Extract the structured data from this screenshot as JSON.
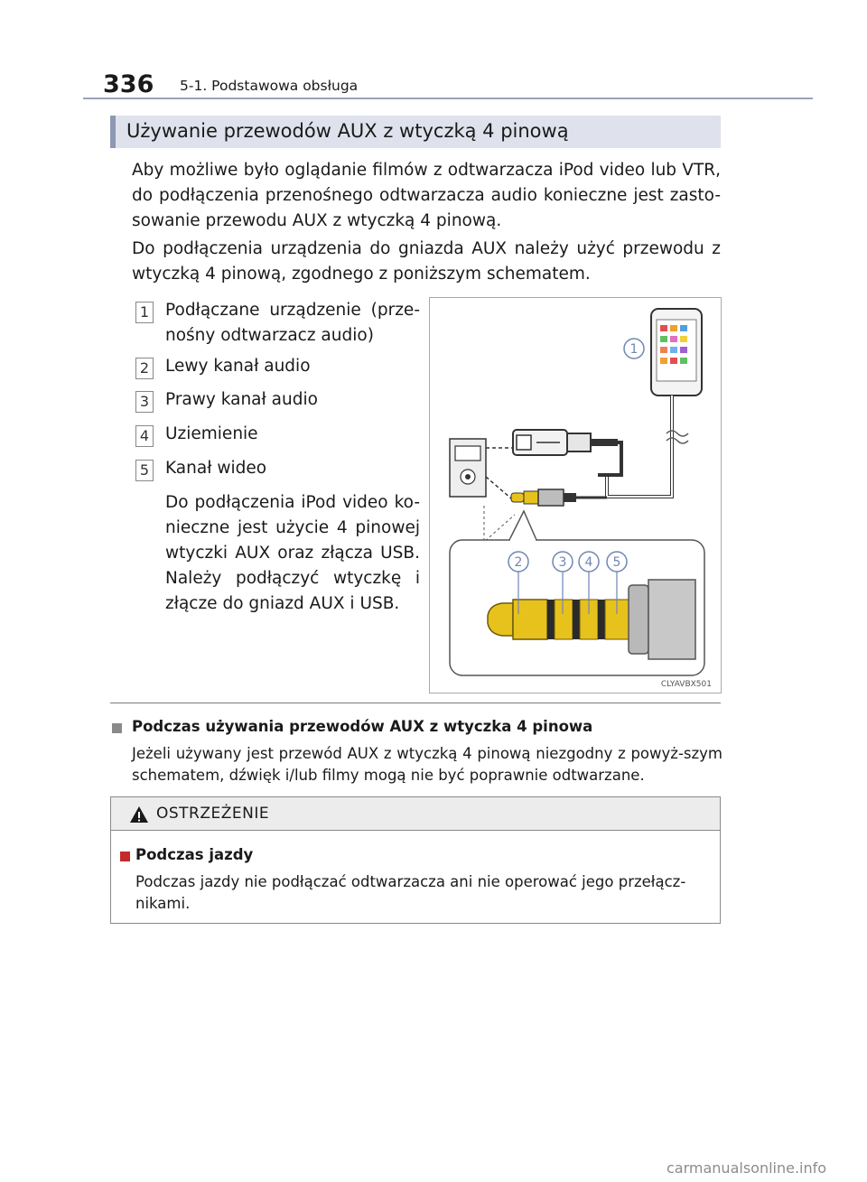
{
  "header": {
    "page_number": "336",
    "chapter": "5-1. Podstawowa obsługa"
  },
  "section": {
    "title": "Używanie przewodów AUX z wtyczką 4 pinową"
  },
  "intro": {
    "para1": "Aby możliwe było oglądanie filmów z odtwarzacza iPod video lub VTR, do podłączenia przenośnego odtwarzacza audio konieczne jest zasto-sowanie przewodu AUX z wtyczką 4 pinową.",
    "para2": "Do podłączenia urządzenia do gniazda AUX należy użyć przewodu z wtyczką 4 pinową, zgodnego z poniższym schematem."
  },
  "legend": {
    "items": [
      {
        "num": "1",
        "label": "Podłączane urządzenie (prze-nośny odtwarzacz audio)"
      },
      {
        "num": "2",
        "label": "Lewy kanał audio"
      },
      {
        "num": "3",
        "label": "Prawy kanał audio"
      },
      {
        "num": "4",
        "label": "Uziemienie"
      },
      {
        "num": "5",
        "label": "Kanał wideo"
      }
    ],
    "note": "Do podłączenia iPod video ko-nieczne jest użycie 4 pinowej wtyczki AUX oraz złącza USB. Należy podłączyć wtyczkę i złącze do gniazd AUX i USB."
  },
  "figure": {
    "code": "CLYAVBX501",
    "callouts": [
      "1",
      "2",
      "3",
      "4",
      "5"
    ],
    "colors": {
      "plug_gold": "#e8c21c",
      "plug_band": "#2a2a2a",
      "sleeve": "#b9b9b9",
      "callout": "#6f86b4"
    }
  },
  "subnote": {
    "heading": "Podczas używania przewodów AUX z wtyczka 4 pinowa",
    "body": "Jeżeli używany jest przewód AUX z wtyczką 4 pinową niezgodny z powyż-szym schematem, dźwięk i/lub filmy mogą nie być poprawnie odtwarzane."
  },
  "warning": {
    "title": "OSTRZEŻENIE",
    "heading": "Podczas jazdy",
    "body": "Podczas jazdy nie podłączać odtwarzacza ani nie operować jego przełącz-nikami."
  },
  "footer": {
    "watermark": "carmanualsonline.info"
  }
}
